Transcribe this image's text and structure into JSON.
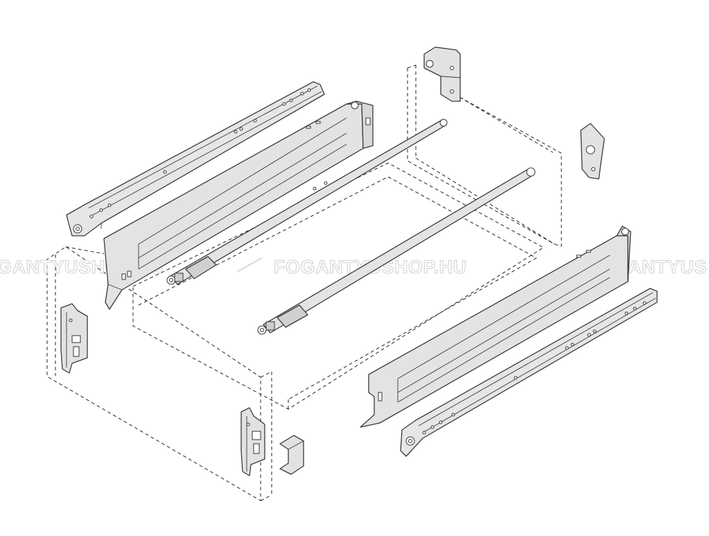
{
  "watermark": {
    "text_left": "GANTYUSHOP.HU",
    "text_center": "FOGANTYUSHOP.HU",
    "text_right": "FOGANTYUS"
  },
  "colors": {
    "metal_light": "#ececec",
    "metal_mid": "#d9d9d9",
    "metal_dark": "#bdbdbd",
    "outline": "#3a3a3a",
    "watermark_stroke": "#d3d3d3"
  }
}
